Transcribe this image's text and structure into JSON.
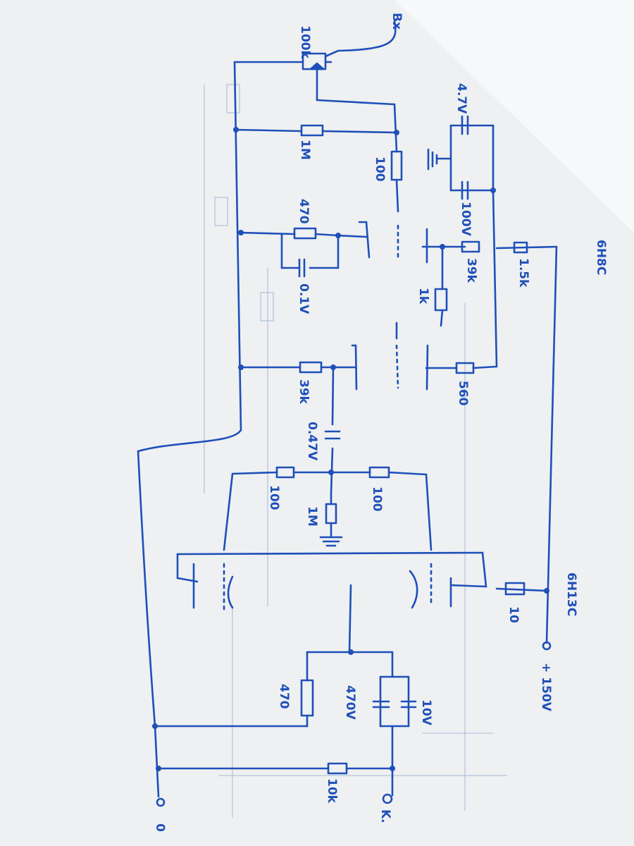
{
  "diagram": {
    "tubes": {
      "preamp": "6H8C",
      "output": "6H13C"
    },
    "supply": {
      "label": "+ 150V"
    },
    "terminals": {
      "input": "Bx",
      "output": "K.",
      "ground": "0"
    },
    "components": {
      "pot": "100k",
      "r_grid1": "1M",
      "r_dec": "100",
      "c_47": "4.7V",
      "c_100v": "100V",
      "r_15k": "1.5k",
      "r_470a": "470",
      "c_01": "0.1V",
      "r_39k_a": "39k",
      "r_1k": "1k",
      "r_39k_b": "39k",
      "r_560": "560",
      "c_047": "0.47V",
      "r_100_a": "100",
      "r_1m_b": "1M",
      "r_100_b": "100",
      "r_10": "10",
      "r_470b": "470",
      "c_470v": "470V",
      "c_10v": "10V",
      "r_10k": "10k"
    },
    "colors": {
      "ink": "#1f4fb8",
      "paper": "#f4f5f6"
    }
  }
}
